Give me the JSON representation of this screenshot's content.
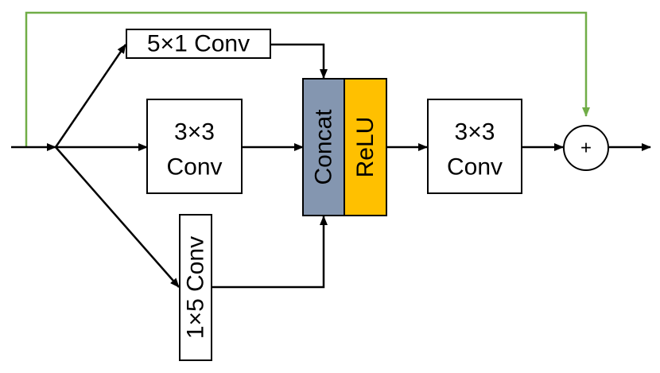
{
  "blocks": {
    "conv_5x1": "5×1 Conv",
    "conv_3x3_a": {
      "line1": "3×3",
      "line2": "Conv"
    },
    "conv_1x5": "1×5 Conv",
    "concat": "Concat",
    "relu": "ReLU",
    "conv_3x3_b": {
      "line1": "3×3",
      "line2": "Conv"
    },
    "add": "+"
  },
  "colors": {
    "concat_fill": "#8496B0",
    "relu_fill": "#FFC000",
    "skip_line": "#70AD47",
    "stroke": "#000000",
    "background": "#FFFFFF"
  }
}
